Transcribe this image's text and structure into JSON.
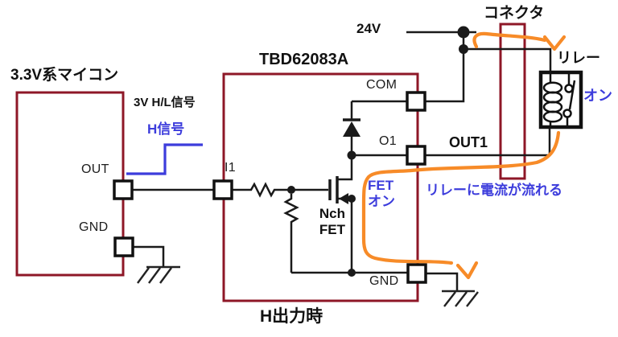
{
  "colors": {
    "box_border": "#8e1727",
    "wire": "#1a1a1a",
    "signal_blue": "#3c3cdc",
    "flow_orange": "#f78b28"
  },
  "mcu": {
    "title": "3.3V系マイコン",
    "out_pin": "OUT",
    "gnd_pin": "GND"
  },
  "signal": {
    "caption": "3V H/L信号",
    "name": "H信号"
  },
  "driver": {
    "title": "TBD62083A",
    "i1_pin": "I1",
    "com_pin": "COM",
    "o1_pin": "O1",
    "gnd_pin": "GND",
    "fet_label": "Nch\nFET"
  },
  "power": {
    "label": "24V"
  },
  "connector": {
    "title": "コネクタ"
  },
  "relay": {
    "title": "リレー",
    "state": "オン"
  },
  "output": {
    "net_label": "OUT1"
  },
  "annotations": {
    "fet_state": "FET\nオン",
    "current_flow": "リレーに電流が流れる"
  },
  "footer": {
    "caption": "H出力時"
  }
}
